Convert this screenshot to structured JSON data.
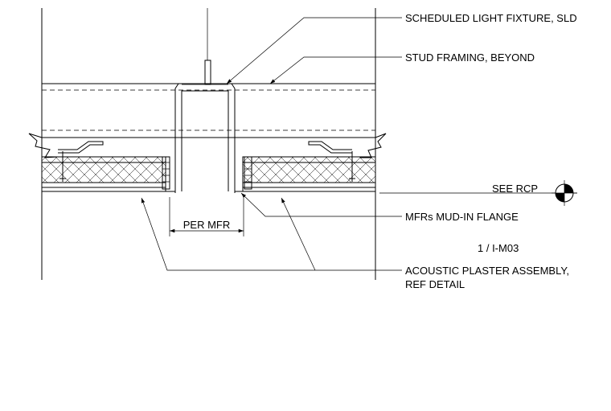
{
  "labels": {
    "fixture": "SCHEDULED LIGHT FIXTURE, SLD",
    "stud": "STUD FRAMING, BEYOND",
    "rcp": "SEE RCP",
    "flange": "MFRs MUD-IN FLANGE",
    "per_mfr": "PER MFR",
    "detail_ref": "1 / I-M03",
    "assembly_line1": "ACOUSTIC PLASTER ASSEMBLY,",
    "assembly_line2": "REF DETAIL"
  },
  "icons": {
    "rcp_symbol": "section-target-icon"
  },
  "colors": {
    "line": "#000000",
    "background": "#ffffff"
  }
}
